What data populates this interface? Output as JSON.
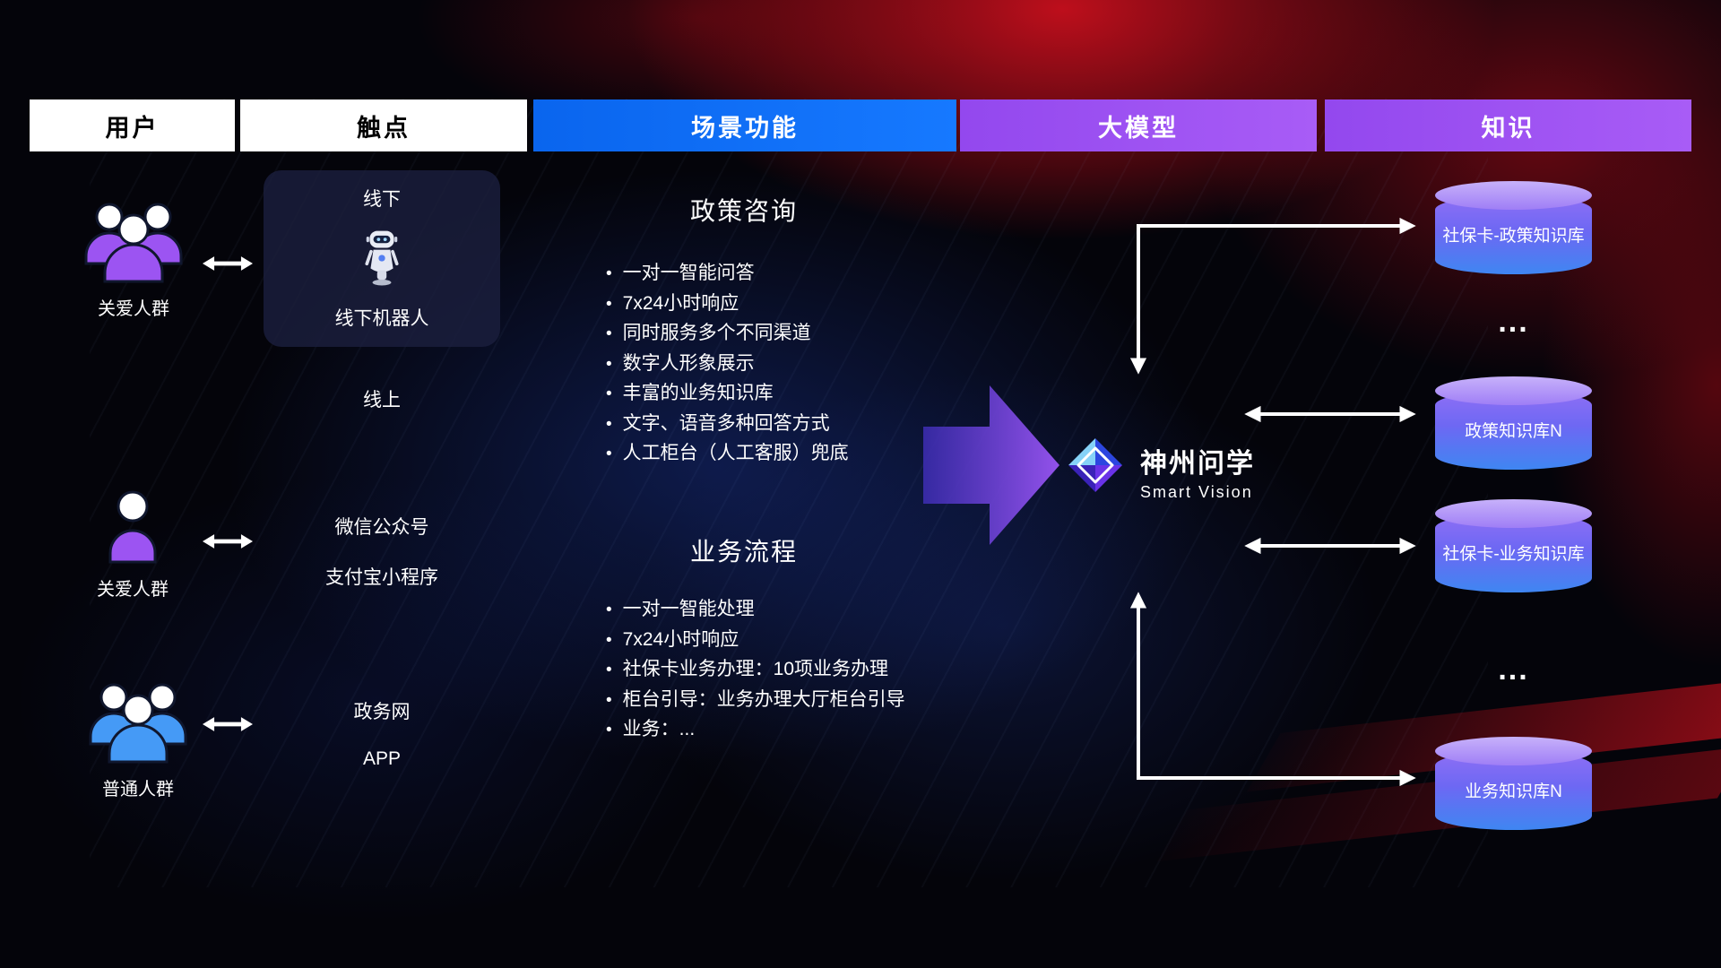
{
  "header": {
    "col_user": "用户",
    "col_touchpoint": "触点",
    "col_scenario": "场景功能",
    "col_model": "大模型",
    "col_knowledge": "知识"
  },
  "users": {
    "group1_label": "关爱人群",
    "person_label": "关爱人群",
    "group2_label": "普通人群"
  },
  "touchpoints": {
    "offline_title": "线下",
    "offline_robot_label": "线下机器人",
    "online_title": "线上",
    "channels": [
      "微信公众号",
      "支付宝小程序",
      "政务网",
      "APP"
    ]
  },
  "scenario": {
    "policy_title": "政策咨询",
    "policy_items": [
      "一对一智能问答",
      "7x24小时响应",
      "同时服务多个不同渠道",
      "数字人形象展示",
      "丰富的业务知识库",
      "文字、语音多种回答方式",
      "人工柜台（人工客服）兜底"
    ],
    "business_title": "业务流程",
    "business_items": [
      "一对一智能处理",
      "7x24小时响应",
      "社保卡业务办理：10项业务办理",
      "柜台引导：业务办理大厅柜台引导",
      "业务：..."
    ]
  },
  "model": {
    "brand_name": "神州问学",
    "brand_subtitle": "Smart Vision"
  },
  "knowledge": {
    "db1": "社保卡-政策知识库",
    "ellipsis1": "...",
    "db2": "政策知识库N",
    "db3": "社保卡-业务知识库",
    "ellipsis2": "...",
    "db4": "业务知识库N"
  },
  "colors": {
    "scenario_blue": "#0d6ef2",
    "model_purple": "#9d4ff0",
    "cylinder_purple_top": "#b9a0f9",
    "cylinder_blue_bottom": "#3f86f2",
    "background_red": "#c01020",
    "background_blue": "#1c3aa5",
    "arrow_white": "#ffffff",
    "user_icon_purple": "#9c54f2",
    "user_icon_blue": "#459af6"
  },
  "icons": {
    "logo": "diamond-logo-icon",
    "offline_robot": "robot-icon",
    "care_group": "people-group-icon",
    "single_user": "person-icon",
    "link": "bidirectional-arrow-icon",
    "flow": "flow-arrow-icon",
    "database": "database-cylinder-icon"
  }
}
